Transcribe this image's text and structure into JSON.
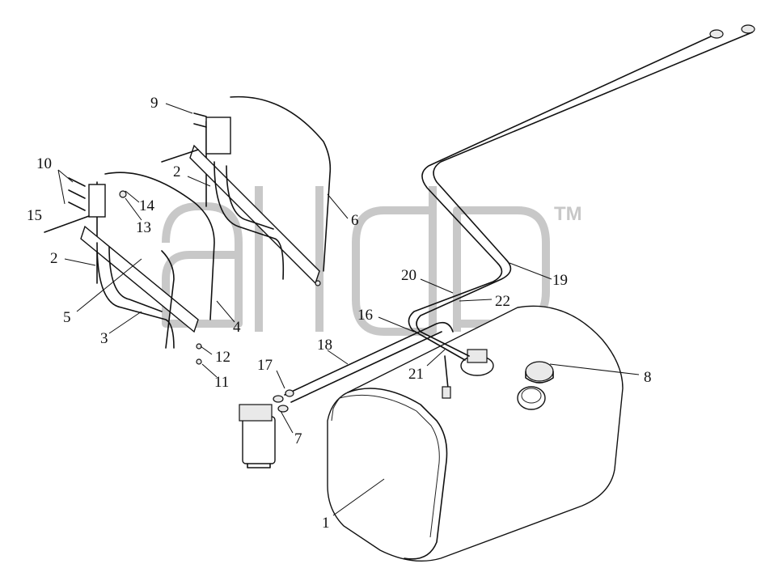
{
  "diagram": {
    "callouts": [
      {
        "id": "c1",
        "text": "1"
      },
      {
        "id": "c2a",
        "text": "2"
      },
      {
        "id": "c2b",
        "text": "2"
      },
      {
        "id": "c3",
        "text": "3"
      },
      {
        "id": "c4",
        "text": "4"
      },
      {
        "id": "c5",
        "text": "5"
      },
      {
        "id": "c6",
        "text": "6"
      },
      {
        "id": "c7",
        "text": "7"
      },
      {
        "id": "c8",
        "text": "8"
      },
      {
        "id": "c9",
        "text": "9"
      },
      {
        "id": "c10",
        "text": "10"
      },
      {
        "id": "c11",
        "text": "11"
      },
      {
        "id": "c12",
        "text": "12"
      },
      {
        "id": "c13",
        "text": "13"
      },
      {
        "id": "c14",
        "text": "14"
      },
      {
        "id": "c15",
        "text": "15"
      },
      {
        "id": "c16",
        "text": "16"
      },
      {
        "id": "c17",
        "text": "17"
      },
      {
        "id": "c18",
        "text": "18"
      },
      {
        "id": "c19",
        "text": "19"
      },
      {
        "id": "c20",
        "text": "20"
      },
      {
        "id": "c21",
        "text": "21"
      },
      {
        "id": "c22",
        "text": "22"
      }
    ]
  },
  "watermark": {
    "text": "alldp",
    "trademark": "TM"
  }
}
